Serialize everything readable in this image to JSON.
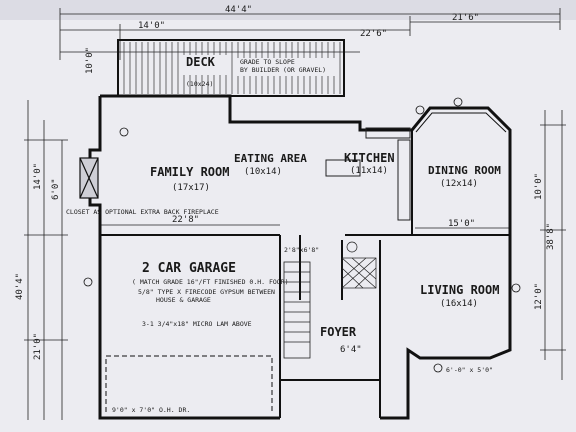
{
  "plan": {
    "rooms": {
      "deck": {
        "label": "DECK",
        "size": "(10x24)",
        "note_line1": "GRADE TO SLOPE",
        "note_line2": "BY BUILDER (OR GRAVEL)"
      },
      "family_room": {
        "label": "FAMILY ROOM",
        "size": "(17x17)"
      },
      "eating_area": {
        "label": "EATING AREA",
        "size": "(10x14)"
      },
      "kitchen": {
        "label": "KITCHEN",
        "size": "(11x14)"
      },
      "dining_room": {
        "label": "DINING ROOM",
        "size": "(12x14)"
      },
      "garage": {
        "label": "2 CAR GARAGE",
        "note_line1": "( MATCH GRADE 16\"/FT FINISHED 0.H. FOOR)",
        "note_line2": "5/8\" TYPE X FIRECODE GYPSUM BETWEEN",
        "note_line3": "HOUSE & GARAGE",
        "note_line4": "3-1 3/4\"x18\" MICRO LAM ABOVE"
      },
      "living_room": {
        "label": "LIVING ROOM",
        "size": "(16x14)"
      },
      "foyer": {
        "label": "FOYER"
      }
    },
    "dimensions": {
      "top_overall": "44'4\"",
      "top_right": "21'6\"",
      "top_left": "14'0\"",
      "top_mid": "22'6\"",
      "right_overall": "38'8\"",
      "left_overall": "40'4\"",
      "left_upper": "14'0\"",
      "left_mid": "6'0\"",
      "left_lower": "21'0\"",
      "right_upper": "10'0\"",
      "right_lower": "12'0\"",
      "dining_width": "15'0\"",
      "family_width": "22'8\"",
      "foyer_width": "6'4\"",
      "deck_side": "10'0\""
    },
    "annotations": {
      "fireplace_note": "CLOSET AS OPTIONAL EXTRA BACK FIREPLACE",
      "window_bay": "6'-0\" x 5'0\"",
      "garage_door": "9'0\" x 7'0\" O.H. DR.",
      "door_note": "2'8\"x6'8\""
    }
  }
}
